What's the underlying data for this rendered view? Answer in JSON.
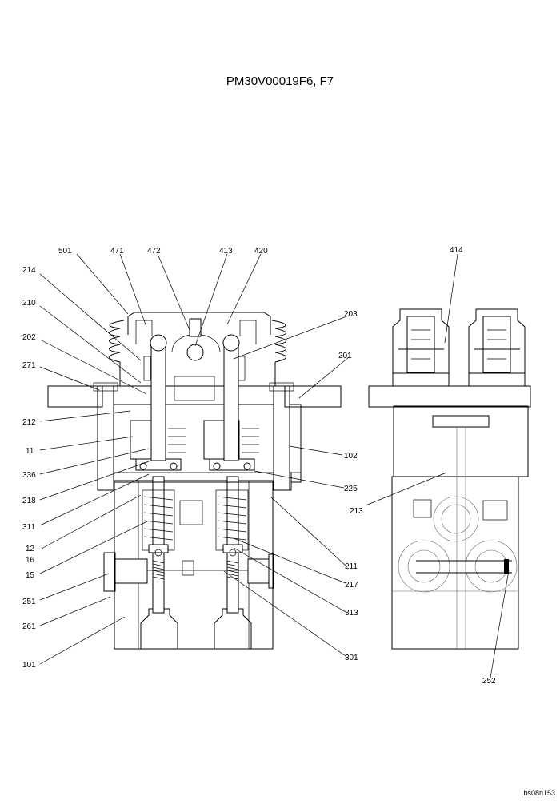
{
  "title": "PM30V00019F6, F7",
  "drawing_code": "bs08n153",
  "callouts": [
    {
      "id": "c501",
      "text": "501"
    },
    {
      "id": "c471",
      "text": "471"
    },
    {
      "id": "c472",
      "text": "472"
    },
    {
      "id": "c413",
      "text": "413"
    },
    {
      "id": "c420",
      "text": "420"
    },
    {
      "id": "c414",
      "text": "414"
    },
    {
      "id": "c214",
      "text": "214"
    },
    {
      "id": "c210",
      "text": "210"
    },
    {
      "id": "c203",
      "text": "203"
    },
    {
      "id": "c202",
      "text": "202"
    },
    {
      "id": "c201",
      "text": "201"
    },
    {
      "id": "c271",
      "text": "271"
    },
    {
      "id": "c212",
      "text": "212"
    },
    {
      "id": "c11",
      "text": "11"
    },
    {
      "id": "c102",
      "text": "102"
    },
    {
      "id": "c336",
      "text": "336"
    },
    {
      "id": "c218",
      "text": "218"
    },
    {
      "id": "c225",
      "text": "225"
    },
    {
      "id": "c213",
      "text": "213"
    },
    {
      "id": "c311",
      "text": "311"
    },
    {
      "id": "c12",
      "text": "12"
    },
    {
      "id": "c16",
      "text": "16"
    },
    {
      "id": "c15",
      "text": "15"
    },
    {
      "id": "c211",
      "text": "211"
    },
    {
      "id": "c217",
      "text": "217"
    },
    {
      "id": "c251",
      "text": "251"
    },
    {
      "id": "c313",
      "text": "313"
    },
    {
      "id": "c261",
      "text": "261"
    },
    {
      "id": "c101",
      "text": "101"
    },
    {
      "id": "c301",
      "text": "301"
    },
    {
      "id": "c252",
      "text": "252"
    }
  ]
}
